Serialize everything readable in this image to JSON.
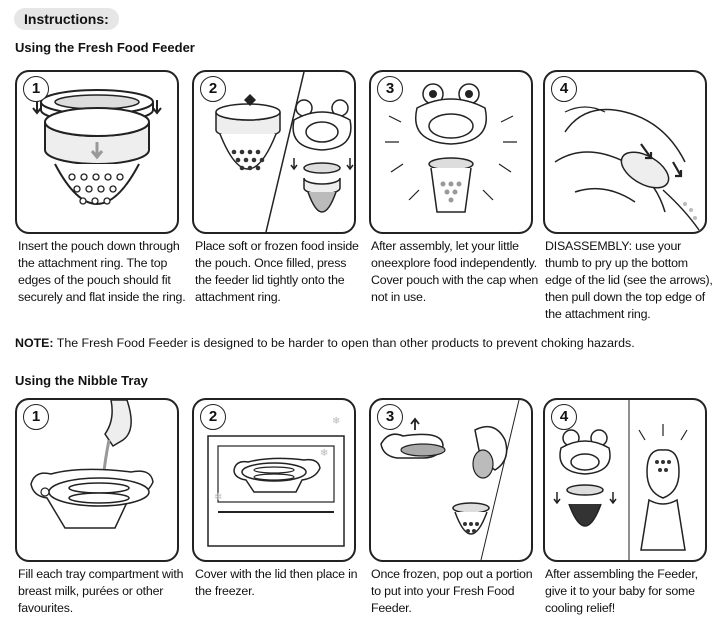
{
  "header": {
    "instructions_label": "Instructions:"
  },
  "section1": {
    "title": "Using the Fresh Food Feeder",
    "steps": [
      {
        "number": "1",
        "caption": "Insert the pouch down through the attachment ring. The top edges of the pouch should fit securely and flat inside the ring."
      },
      {
        "number": "2",
        "caption": "Place soft or frozen food inside the pouch. Once filled, press the feeder lid tightly onto the attachment ring."
      },
      {
        "number": "3",
        "caption": "After assembly, let your little oneexplore food independently. Cover pouch with the cap when not in use."
      },
      {
        "number": "4",
        "caption": "DISASSEMBLY: use your thumb to pry up the bottom edge of the lid (see the arrows), then pull down the top edge of the attachment ring."
      }
    ]
  },
  "note": {
    "label": "NOTE:",
    "text": " The Fresh Food Feeder is designed to be harder to open than other products to prevent choking hazards."
  },
  "section2": {
    "title": "Using the Nibble Tray",
    "steps": [
      {
        "number": "1",
        "caption": "Fill each tray compartment with breast milk, purées or other favourites."
      },
      {
        "number": "2",
        "caption": "Cover with the lid then place in the freezer."
      },
      {
        "number": "3",
        "caption": "Once frozen, pop out a portion to put into your Fresh Food Feeder."
      },
      {
        "number": "4",
        "caption": "After assembling the Feeder, give it to your baby for some cooling relief!"
      }
    ]
  }
}
